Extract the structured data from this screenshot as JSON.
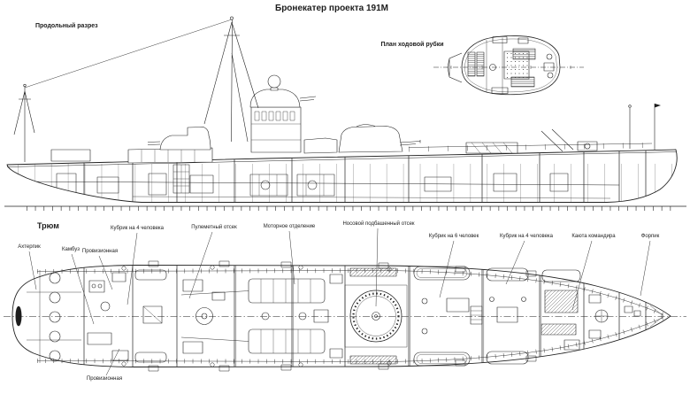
{
  "title": "Бронекатер проекта 191М",
  "side_view": {
    "label": "Продольный разрез"
  },
  "wheelhouse_plan": {
    "label": "План ходовой рубки"
  },
  "hold_plan": {
    "label": "Трюм",
    "compartments": [
      {
        "text": "Ахтерпик"
      },
      {
        "text": "Камбуз"
      },
      {
        "text": "Провизионная"
      },
      {
        "text": "Кубрик на 4 человека"
      },
      {
        "text": "Пулеметный отсек"
      },
      {
        "text": "Моторное отделение"
      },
      {
        "text": "Носовой подбашенный отсек"
      },
      {
        "text": "Кубрик на 6 человек"
      },
      {
        "text": "Кубрик на 4 человека"
      },
      {
        "text": "Каюта командира"
      },
      {
        "text": "Форпик"
      },
      {
        "text": "Провизионная"
      }
    ]
  },
  "colors": {
    "ink": "#1c1c1c",
    "paper": "#ffffff"
  }
}
